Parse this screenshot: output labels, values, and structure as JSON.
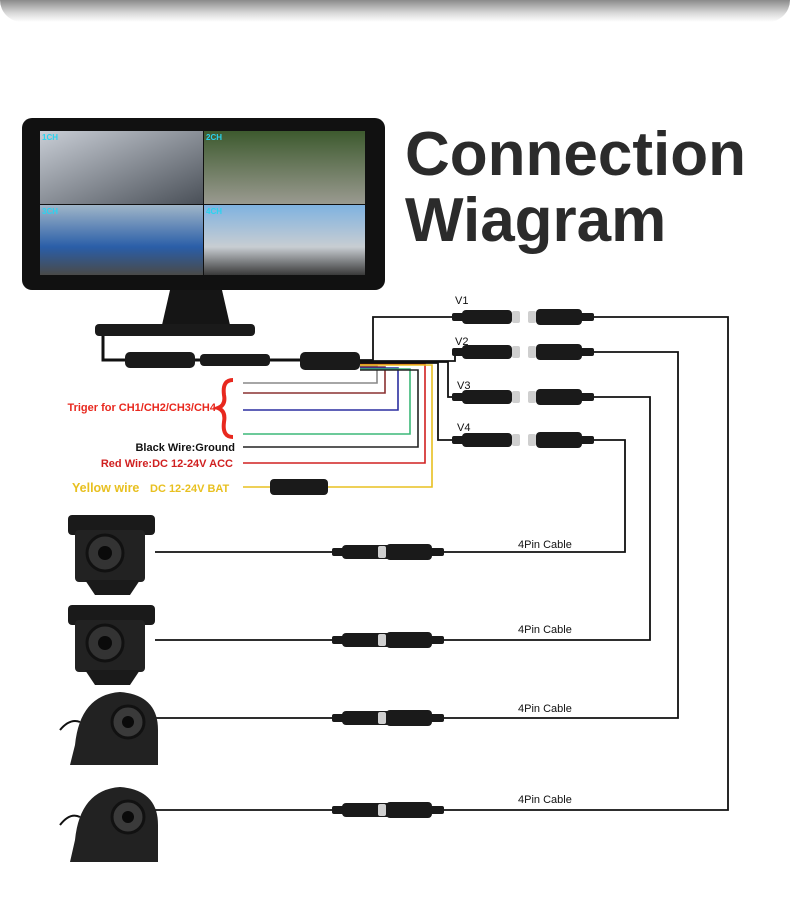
{
  "title": {
    "line1": "Connection",
    "line2": "Wiagram"
  },
  "monitor": {
    "channels": [
      "1CH",
      "2CH",
      "3CH",
      "4CH"
    ]
  },
  "video_ports": [
    "V1",
    "V2",
    "V3",
    "V4"
  ],
  "wire_labels": {
    "trigger": "Triger for CH1/CH2/CH3/CH4",
    "black": "Black Wire:Ground",
    "red": "Red Wire:DC 12-24V ACC",
    "yellow_a": "Yellow wire",
    "yellow_b": "DC 12-24V BAT"
  },
  "cables": [
    "4Pin Cable",
    "4Pin Cable",
    "4Pin Cable",
    "4Pin Cable"
  ],
  "colors": {
    "trigger": "#e8281e",
    "red_wire": "#d02020",
    "yellow_wire": "#e8c020",
    "black_wire": "#222222",
    "gray_wire": "#888888",
    "brown_wire": "#8a3030",
    "blue_wire": "#2b2fa0",
    "green_wire": "#3cb878",
    "channel_label": "#29d4f0"
  }
}
